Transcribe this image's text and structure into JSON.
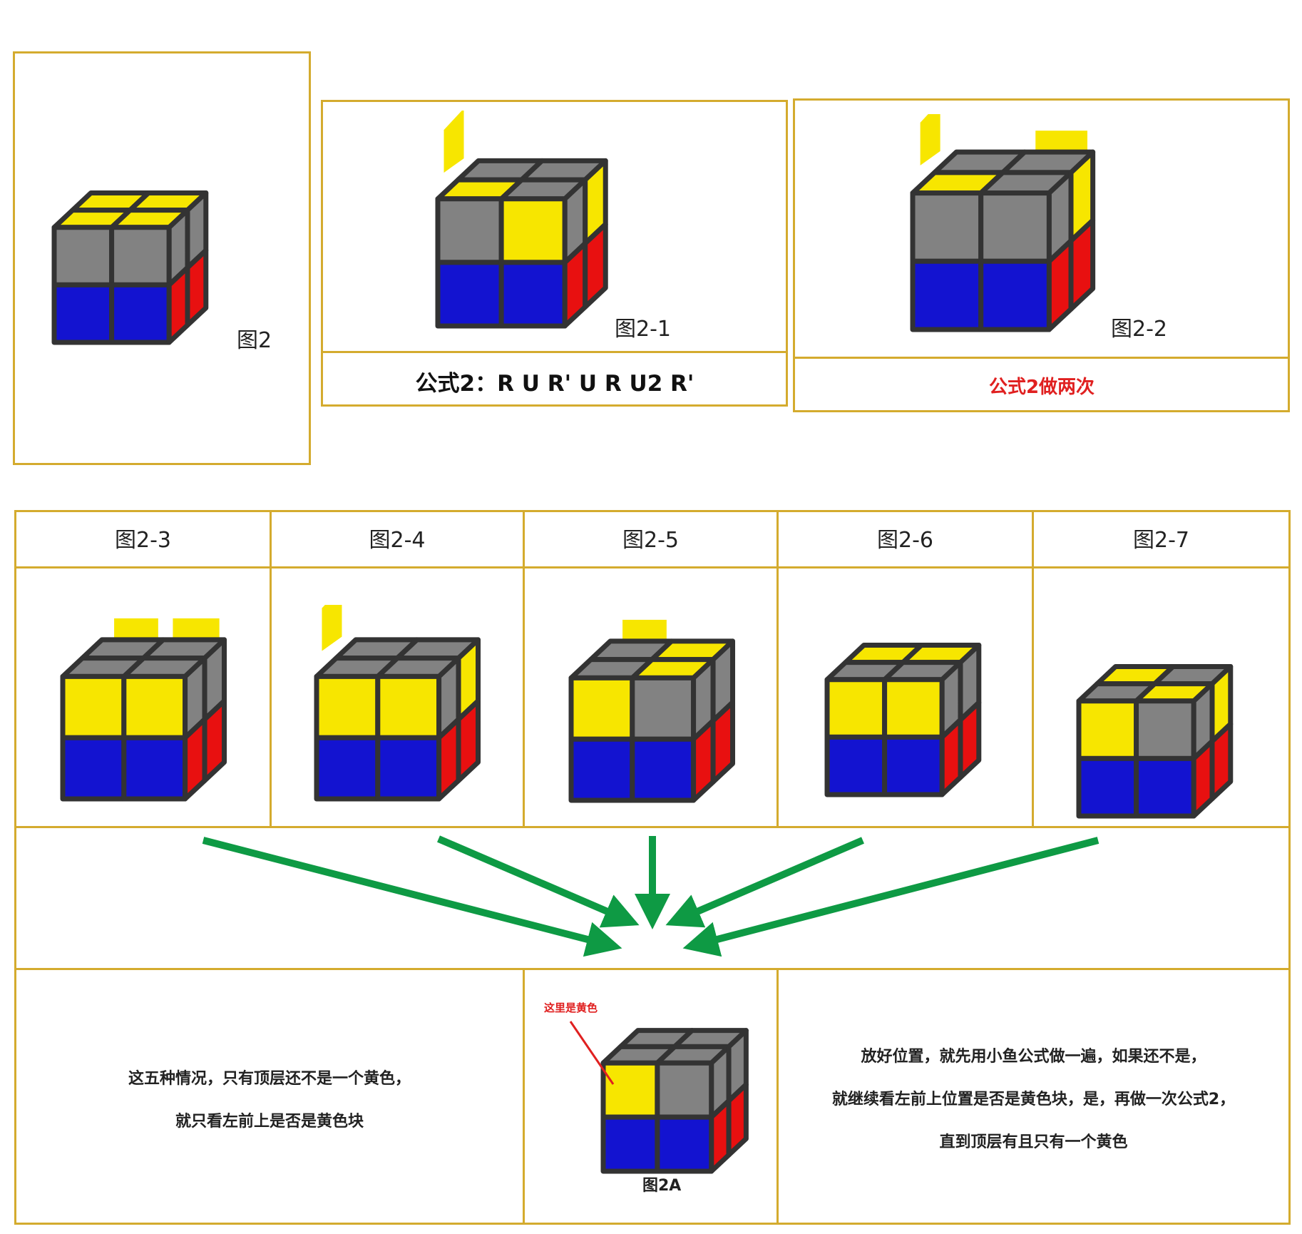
{
  "colors": {
    "border": "#d4ab2e",
    "yellow": "#f7e600",
    "gray": "#828282",
    "blue": "#1313d0",
    "red": "#e81010",
    "outline": "#333333",
    "arrow": "#0e9a44",
    "note_red": "#e02020"
  },
  "figures": {
    "fig2": {
      "label": "图2",
      "front_top": [
        "gray",
        "gray"
      ],
      "front_bottom": [
        "blue",
        "blue"
      ],
      "top": [
        "yellow",
        "yellow",
        "yellow",
        "yellow"
      ],
      "right_top": [
        "gray",
        "gray"
      ],
      "right_bottom": [
        "red",
        "red"
      ]
    },
    "fig2_1": {
      "label": "图2-1",
      "formula": "公式2：R U R' U R U2 R'",
      "front_top": [
        "gray",
        "yellow"
      ],
      "front_bottom": [
        "blue",
        "blue"
      ],
      "top": [
        "gray",
        "gray",
        "yellow",
        "gray"
      ],
      "right_top": [
        "gray",
        "yellow"
      ],
      "right_bottom": [
        "red",
        "red"
      ]
    },
    "fig2_2": {
      "label": "图2-2",
      "formula": "公式2做两次",
      "front_top": [
        "gray",
        "gray"
      ],
      "front_bottom": [
        "blue",
        "blue"
      ],
      "top": [
        "gray",
        "gray",
        "yellow",
        "gray"
      ],
      "right_top": [
        "gray",
        "yellow"
      ],
      "right_bottom": [
        "red",
        "red"
      ]
    },
    "fig2_3": {
      "label": "图2-3",
      "front_top": [
        "yellow",
        "yellow"
      ],
      "front_bottom": [
        "blue",
        "blue"
      ],
      "top": [
        "gray",
        "gray",
        "gray",
        "gray"
      ],
      "right_top": [
        "gray",
        "gray"
      ],
      "right_bottom": [
        "red",
        "red"
      ]
    },
    "fig2_4": {
      "label": "图2-4",
      "front_top": [
        "yellow",
        "yellow"
      ],
      "front_bottom": [
        "blue",
        "blue"
      ],
      "top": [
        "gray",
        "gray",
        "gray",
        "gray"
      ],
      "right_top": [
        "gray",
        "yellow"
      ],
      "right_bottom": [
        "red",
        "red"
      ]
    },
    "fig2_5": {
      "label": "图2-5",
      "front_top": [
        "yellow",
        "gray"
      ],
      "front_bottom": [
        "blue",
        "blue"
      ],
      "top": [
        "gray",
        "yellow",
        "gray",
        "yellow"
      ],
      "right_top": [
        "gray",
        "gray"
      ],
      "right_bottom": [
        "red",
        "red"
      ]
    },
    "fig2_6": {
      "label": "图2-6",
      "front_top": [
        "yellow",
        "yellow"
      ],
      "front_bottom": [
        "blue",
        "blue"
      ],
      "top": [
        "yellow",
        "yellow",
        "gray",
        "gray"
      ],
      "right_top": [
        "gray",
        "gray"
      ],
      "right_bottom": [
        "red",
        "red"
      ]
    },
    "fig2_7": {
      "label": "图2-7",
      "front_top": [
        "yellow",
        "gray"
      ],
      "front_bottom": [
        "blue",
        "blue"
      ],
      "top": [
        "yellow",
        "gray",
        "gray",
        "yellow"
      ],
      "right_top": [
        "gray",
        "yellow"
      ],
      "right_bottom": [
        "red",
        "red"
      ]
    },
    "fig2A": {
      "label": "图2A",
      "note": "这里是黄色",
      "front_top": [
        "yellow",
        "gray"
      ],
      "front_bottom": [
        "blue",
        "blue"
      ],
      "top": [
        "gray",
        "gray",
        "gray",
        "gray"
      ],
      "right_top": [
        "gray",
        "gray"
      ],
      "right_bottom": [
        "red",
        "red"
      ]
    }
  },
  "text": {
    "left_desc_line1": "这五种情况，只有顶层还不是一个黄色，",
    "left_desc_line2": "就只看左前上是否是黄色块",
    "right_desc_line1": "放好位置，就先用小鱼公式做一遍，如果还不是，",
    "right_desc_line2": "就继续看左前上位置是否是黄色块，是，再做一次公式2，",
    "right_desc_line3": "直到顶层有且只有一个黄色"
  }
}
